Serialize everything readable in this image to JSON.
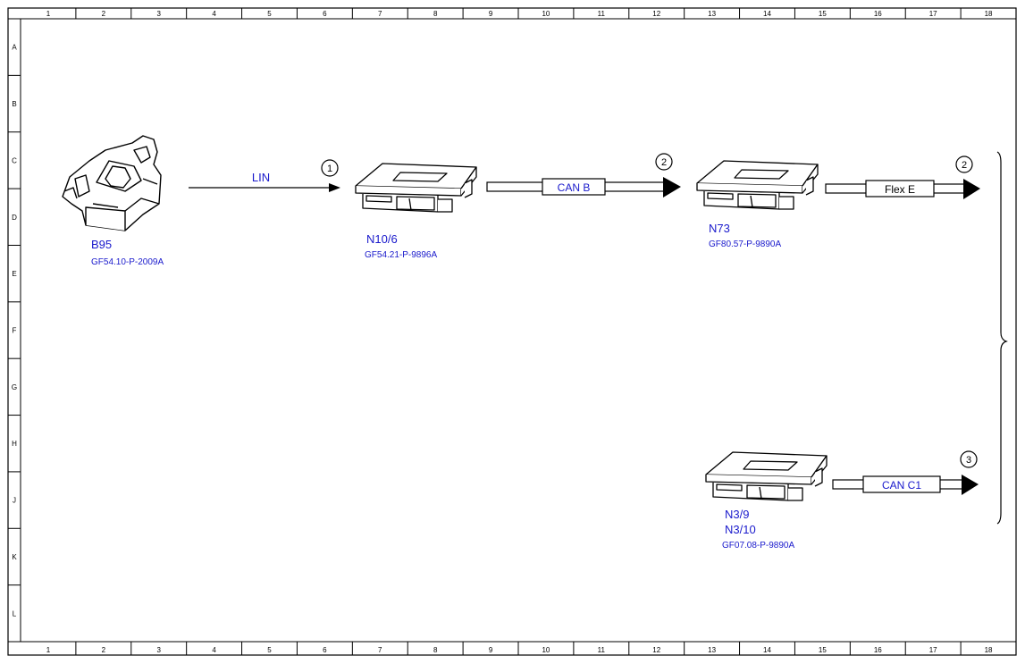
{
  "grid": {
    "columns": [
      "1",
      "2",
      "3",
      "4",
      "5",
      "6",
      "7",
      "8",
      "9",
      "10",
      "11",
      "12",
      "13",
      "14",
      "15",
      "16",
      "17",
      "18"
    ],
    "rows": [
      "A",
      "B",
      "C",
      "D",
      "E",
      "F",
      "G",
      "H",
      "J",
      "K",
      "L"
    ]
  },
  "components": {
    "b95": {
      "code": "B95",
      "ref": "GF54.10-P-2009A"
    },
    "n10_6": {
      "code": "N10/6",
      "ref": "GF54.21-P-9896A"
    },
    "n73": {
      "code": "N73",
      "ref": "GF80.57-P-9890A"
    },
    "n3_9": {
      "code": "N3/9",
      "code2": "N3/10",
      "ref": "GF07.08-P-9890A"
    }
  },
  "connections": {
    "lin": {
      "label": "LIN",
      "marker": "1"
    },
    "can_b": {
      "label": "CAN B",
      "marker": "2"
    },
    "flex_e": {
      "label": "Flex E",
      "marker": "2"
    },
    "can_c1": {
      "label": "CAN C1",
      "marker": "3"
    }
  }
}
